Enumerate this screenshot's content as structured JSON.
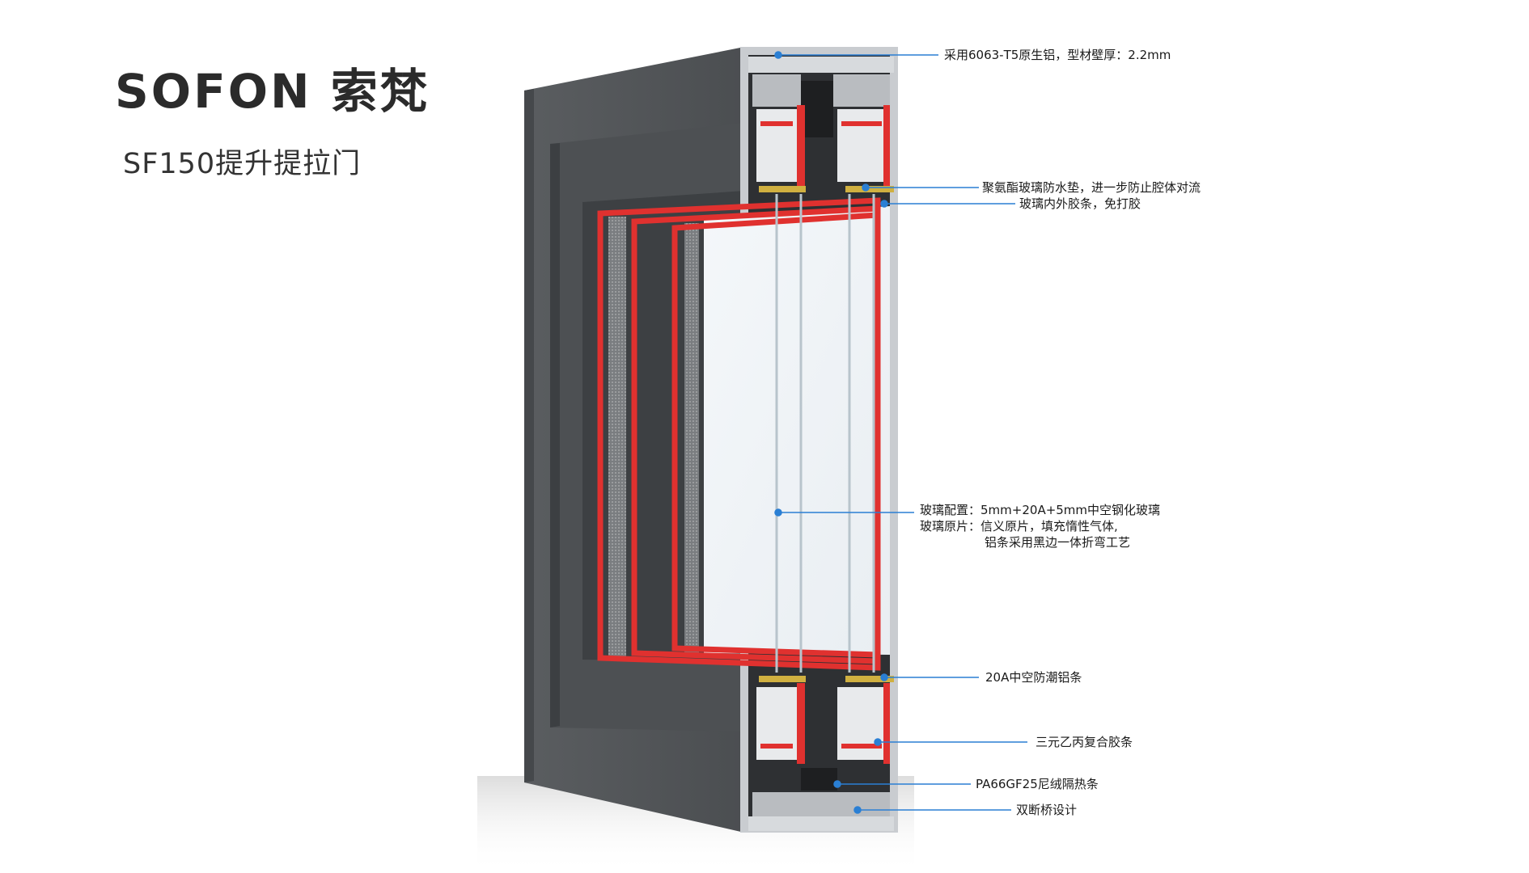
{
  "brand": {
    "name": "SOFON 索梵",
    "model": "SF150提升提拉门"
  },
  "colors": {
    "frame_gray": "#56595c",
    "frame_dark": "#3f4245",
    "gasket_red": "#e0312f",
    "leader_blue": "#2a7fd4",
    "glass": "#eef3f7"
  },
  "annotations": [
    {
      "id": "profile",
      "text": "采用6063-T5原生铝，型材壁厚：2.2mm"
    },
    {
      "id": "pu-pad",
      "text": "聚氨酯玻璃防水垫，进一步防止腔体对流"
    },
    {
      "id": "glass-strip",
      "text": "玻璃内外胶条，免打胶"
    },
    {
      "id": "glass-config",
      "lines": [
        {
          "label": "玻璃配置：",
          "value": "5mm+20A+5mm中空钢化玻璃"
        },
        {
          "label": "玻璃原片：",
          "value": "信义原片，填充惰性气体,"
        },
        {
          "label": "",
          "value": "铝条采用黑边一体折弯工艺"
        }
      ]
    },
    {
      "id": "spacer",
      "text": "20A中空防潮铝条"
    },
    {
      "id": "epdm",
      "text": "三元乙丙复合胶条"
    },
    {
      "id": "pa66",
      "text": "PA66GF25尼绒隔热条"
    },
    {
      "id": "double-break",
      "text": "双断桥设计"
    }
  ]
}
